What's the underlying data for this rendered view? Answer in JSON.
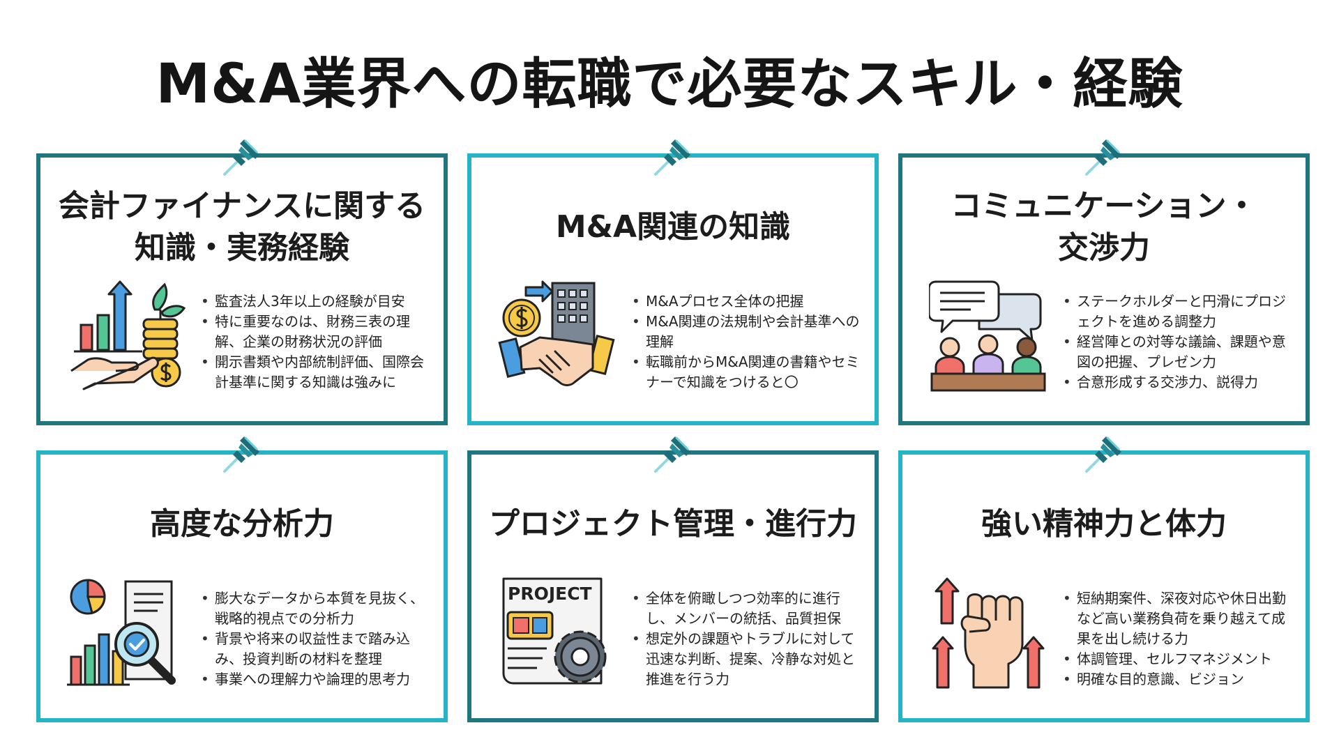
{
  "page": {
    "title": "M&A業界への転職で必要なスキル・経験"
  },
  "colors": {
    "border_dark": "#1f7580",
    "border_light": "#25b4c6",
    "pin": "#1e6e79"
  },
  "cards": [
    {
      "title_lines": [
        "会計ファイナンスに関する",
        "知識・実務経験"
      ],
      "icon": "coins-growth-chart-icon",
      "bullets": [
        "監査法人3年以上の経験が目安",
        "特に重要なのは、財務三表の理解、企業の財務状況の評価",
        "開示書類や内部統制評価、国際会計基準に関する知識は強みに"
      ]
    },
    {
      "title_lines": [
        "M&A関連の知識"
      ],
      "icon": "handshake-building-icon",
      "bullets": [
        "M&Aプロセス全体の把握",
        "M&A関連の法規制や会計基準への理解",
        "転職前からM&A関連の書籍やセミナーで知識をつけると〇"
      ]
    },
    {
      "title_lines": [
        "コミュニケーション・",
        "交渉力"
      ],
      "icon": "meeting-discussion-icon",
      "bullets": [
        "ステークホルダーと円滑にプロジェクトを進める調整力",
        "経営陣との対等な議論、課題や意図の把握、プレゼン力",
        "合意形成する交渉力、説得力"
      ]
    },
    {
      "title_lines": [
        "高度な分析力"
      ],
      "icon": "data-analysis-icon",
      "bullets": [
        "膨大なデータから本質を見抜く、戦略的視点での分析力",
        "背景や将来の収益性まで踏み込み、投資判断の材料を整理",
        "事業への理解力や論理的思考力"
      ]
    },
    {
      "title_lines": [
        "プロジェクト管理・進行力"
      ],
      "icon": "project-document-gear-icon",
      "icon_text": "PROJECT",
      "bullets": [
        "全体を俯瞰しつつ効率的に進行し、メンバーの統括、品質担保",
        "想定外の課題やトラブルに対して迅速な判断、提案、冷静な対処と推進を行う力"
      ]
    },
    {
      "title_lines": [
        "強い精神力と体力"
      ],
      "icon": "raised-fist-arrows-icon",
      "bullets": [
        "短納期案件、深夜対応や休日出勤など高い業務負荷を乗り越えて成果を出し続ける力",
        "体調管理、セルフマネジメント",
        "明確な目的意識、ビジョン"
      ]
    }
  ]
}
